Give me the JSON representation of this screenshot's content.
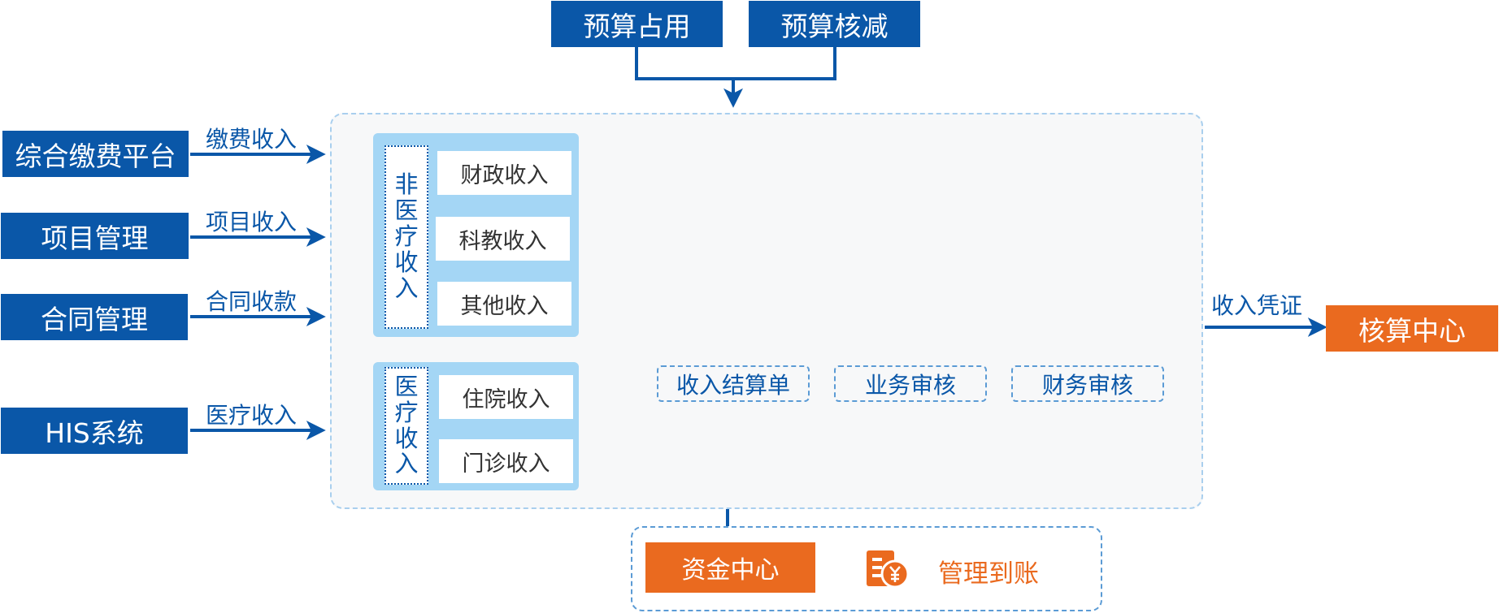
{
  "budget": {
    "occupy": "预算占用",
    "deduct": "预算核减"
  },
  "sources": [
    {
      "name": "综合缴费平台",
      "flow": "缴费收入"
    },
    {
      "name": "项目管理",
      "flow": "项目收入"
    },
    {
      "name": "合同管理",
      "flow": "合同收款"
    },
    {
      "name": "HIS系统",
      "flow": "医疗收入"
    }
  ],
  "non_medical": {
    "title": [
      "非",
      "医",
      "疗",
      "收",
      "入"
    ],
    "items": [
      "财政收入",
      "科教收入",
      "其他收入"
    ]
  },
  "medical": {
    "title": [
      "医",
      "疗",
      "收",
      "入"
    ],
    "items": [
      "住院收入",
      "门诊收入"
    ]
  },
  "steps": [
    "收入结算单",
    "业务审核",
    "财务审核"
  ],
  "output": {
    "flow": "收入凭证",
    "target": "核算中心"
  },
  "fund": {
    "center": "资金中心",
    "action": "管理到账"
  },
  "colors": {
    "blue": "#0a57a8",
    "orange": "#ea6a1f",
    "light_blue": "#a4d6f5"
  }
}
